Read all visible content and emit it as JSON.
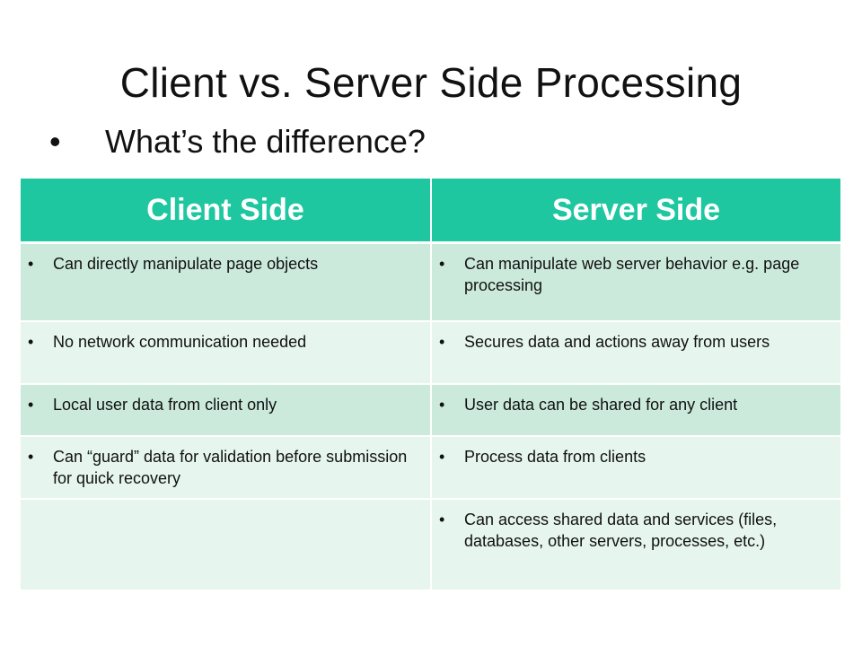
{
  "slide": {
    "title": "Client vs. Server Side Processing",
    "subtitle": "What’s the difference?",
    "bullet": "•"
  },
  "table": {
    "headers": [
      "Client Side",
      "Server Side"
    ],
    "rows": [
      {
        "client": "Can directly manipulate page objects",
        "server": "Can manipulate web server behavior e.g. page processing"
      },
      {
        "client": "No network communication needed",
        "server": "Secures data and actions away from users"
      },
      {
        "client": "Local user data from client only",
        "server": "User data can be shared for any client"
      },
      {
        "client": "Can “guard” data for validation before submission for quick recovery",
        "server": "Process data from clients"
      },
      {
        "client": "",
        "server": "Can access shared data and services (files, databases, other servers, processes, etc.)"
      }
    ]
  },
  "colors": {
    "header_bg": "#1fc7a0",
    "row_dark": "#cbeadc",
    "row_light": "#e6f5ee",
    "text": "#111111"
  }
}
